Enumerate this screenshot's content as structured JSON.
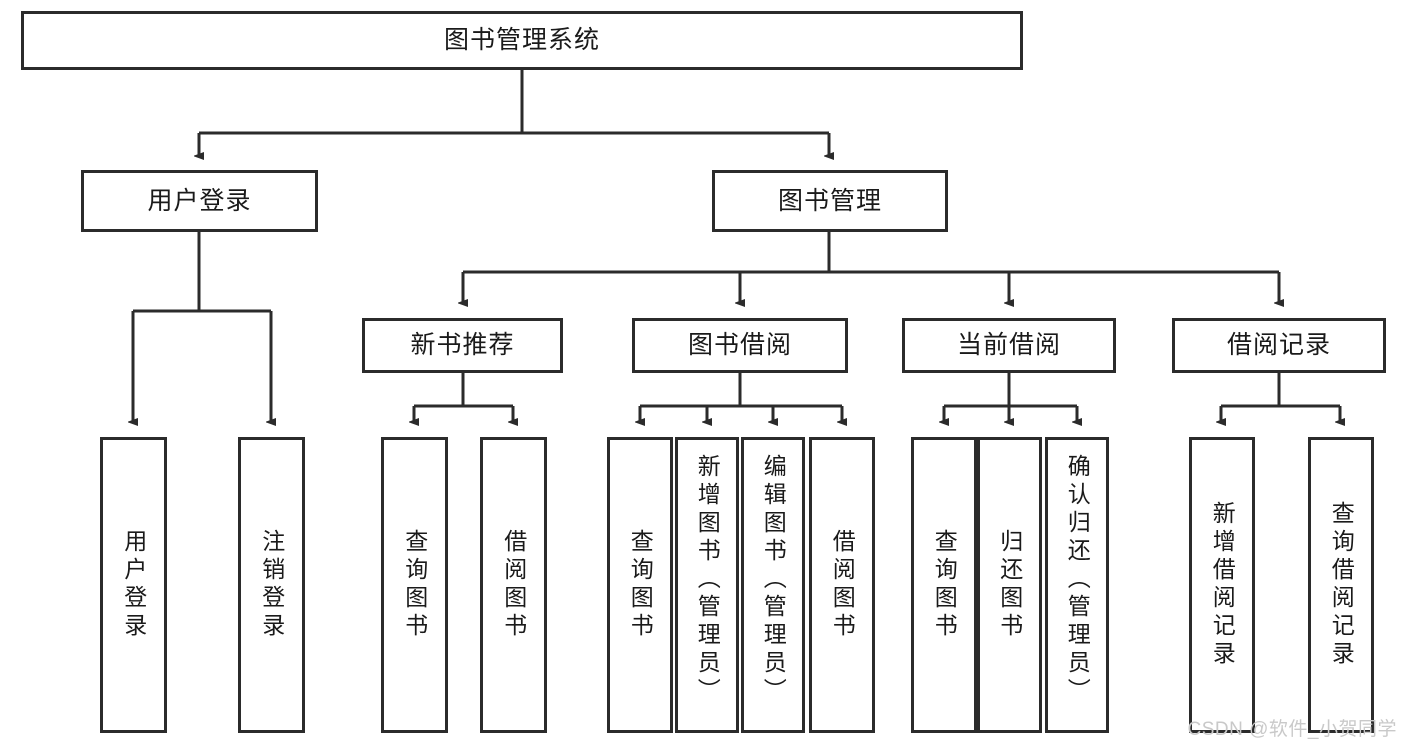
{
  "diagram": {
    "title": "图书管理系统",
    "watermark": "CSDN @软件_小贺同学",
    "colors": {
      "border": "#2b2b2b",
      "background": "#ffffff",
      "text": "#1a1a1a",
      "watermark": "#c9c9c9"
    },
    "levels": {
      "root": {
        "label": "图书管理系统"
      },
      "level2": [
        {
          "label": "用户登录"
        },
        {
          "label": "图书管理"
        }
      ],
      "level3": [
        {
          "label": "新书推荐"
        },
        {
          "label": "图书借阅"
        },
        {
          "label": "当前借阅"
        },
        {
          "label": "借阅记录"
        }
      ],
      "leaves": [
        {
          "label": "用户登录",
          "parent": "用户登录"
        },
        {
          "label": "注销登录",
          "parent": "用户登录"
        },
        {
          "label": "查询图书",
          "parent": "新书推荐"
        },
        {
          "label": "借阅图书",
          "parent": "新书推荐"
        },
        {
          "label": "查询图书",
          "parent": "图书借阅"
        },
        {
          "label": "新增图书（管理员）",
          "parent": "图书借阅"
        },
        {
          "label": "编辑图书（管理员）",
          "parent": "图书借阅"
        },
        {
          "label": "借阅图书",
          "parent": "图书借阅"
        },
        {
          "label": "查询图书",
          "parent": "当前借阅"
        },
        {
          "label": "归还图书",
          "parent": "当前借阅"
        },
        {
          "label": "确认归还（管理员）",
          "parent": "当前借阅"
        },
        {
          "label": "新增借阅记录",
          "parent": "借阅记录"
        },
        {
          "label": "查询借阅记录",
          "parent": "借阅记录"
        }
      ]
    }
  }
}
